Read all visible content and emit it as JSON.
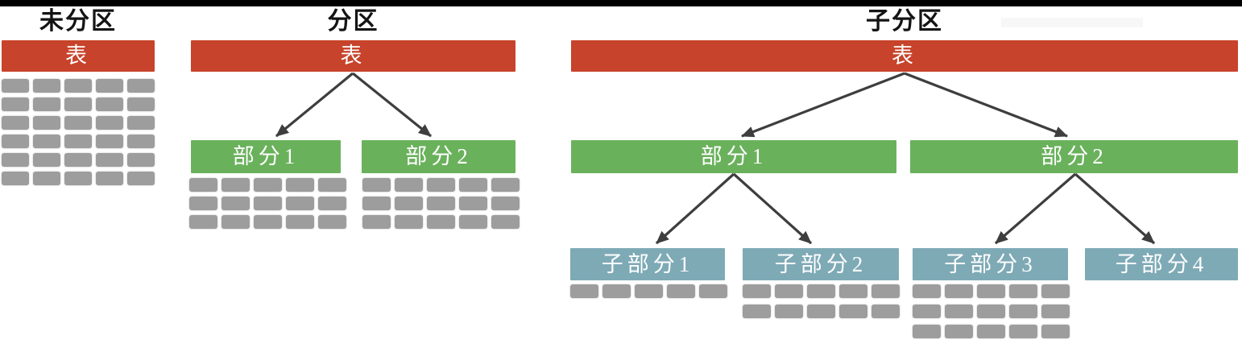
{
  "colors": {
    "top_bar": "#000000",
    "table_bar": "#c7432b",
    "partition_bar": "#6ab15c",
    "subpartition_bar": "#7eaab6",
    "row_block": "#9d9d9d",
    "arrow": "#3e3e3e",
    "title_text": "#141414",
    "bar_text": "#ffffff",
    "artifact_box": "#f7f7f7"
  },
  "sections": [
    {
      "id": "unpartitioned",
      "title": "未分区",
      "table_label": "表",
      "blocks": {
        "cols": 5,
        "rows": 6
      }
    },
    {
      "id": "partitioned",
      "title": "分区",
      "table_label": "表",
      "partitions": [
        {
          "label": "部分1",
          "blocks": {
            "cols": 5,
            "rows": 3
          }
        },
        {
          "label": "部分2",
          "blocks": {
            "cols": 5,
            "rows": 3
          }
        }
      ]
    },
    {
      "id": "subpartitioned",
      "title": "子分区",
      "table_label": "表",
      "partitions": [
        {
          "label": "部分1",
          "subpartitions": [
            {
              "label": "子部分1",
              "blocks": {
                "cols": 5,
                "rows": 1
              }
            },
            {
              "label": "子部分2",
              "blocks": {
                "cols": 5,
                "rows": 2
              }
            }
          ]
        },
        {
          "label": "部分2",
          "subpartitions": [
            {
              "label": "子部分3",
              "blocks": {
                "cols": 5,
                "rows": 3
              }
            },
            {
              "label": "子部分4",
              "blocks": {
                "cols": 5,
                "rows": 0
              }
            }
          ]
        }
      ]
    }
  ]
}
